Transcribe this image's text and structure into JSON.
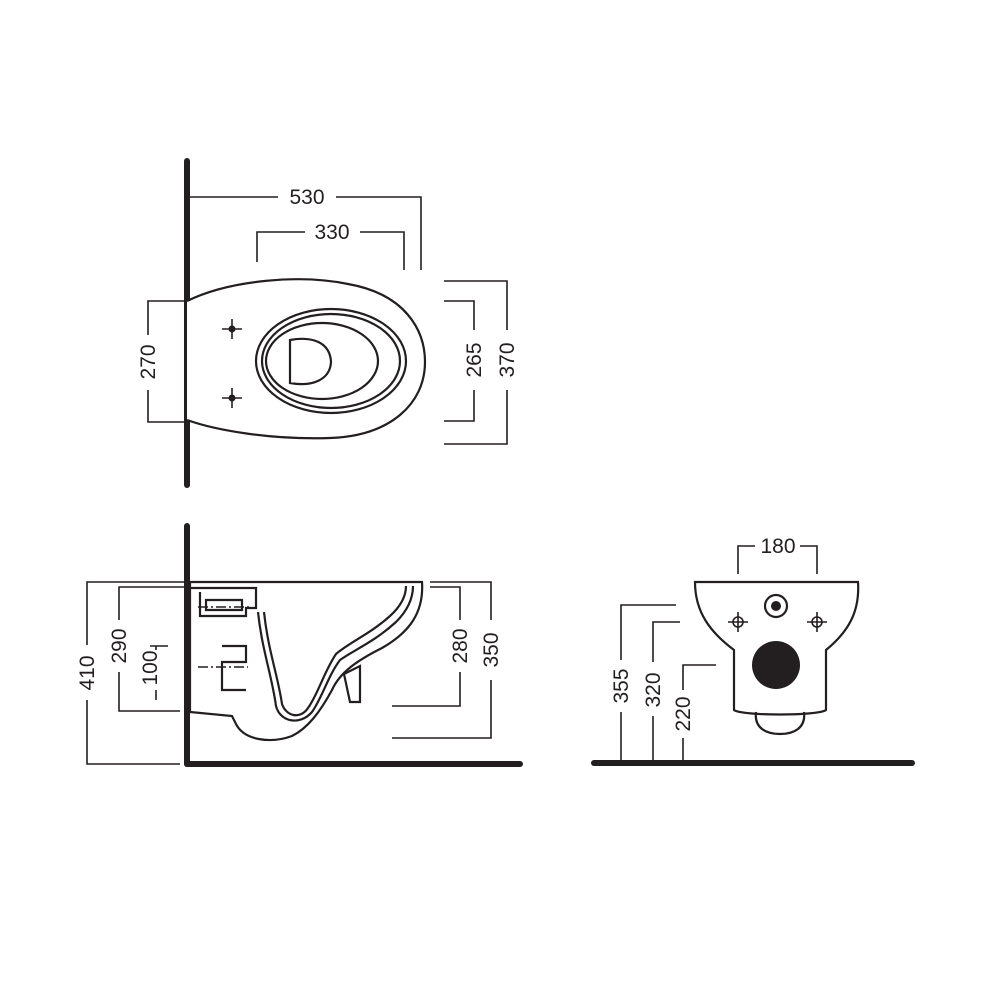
{
  "colors": {
    "ink": "#231f20",
    "background": "#ffffff"
  },
  "top_view": {
    "dimensions": {
      "overall_length": "530",
      "seat_opening_length": "330",
      "fixing_hole_spacing": "270",
      "inner_width": "265",
      "overall_width": "370"
    }
  },
  "side_view": {
    "dimensions": {
      "bowl_top_height": "410",
      "inlet_height": "290",
      "outlet_height": "100",
      "bowl_depth": "280",
      "rim_depth": "350"
    }
  },
  "front_view": {
    "dimensions": {
      "hole_spacing": "180",
      "top_height": "355",
      "fixing_height": "320",
      "outlet_centre_height": "220"
    }
  }
}
